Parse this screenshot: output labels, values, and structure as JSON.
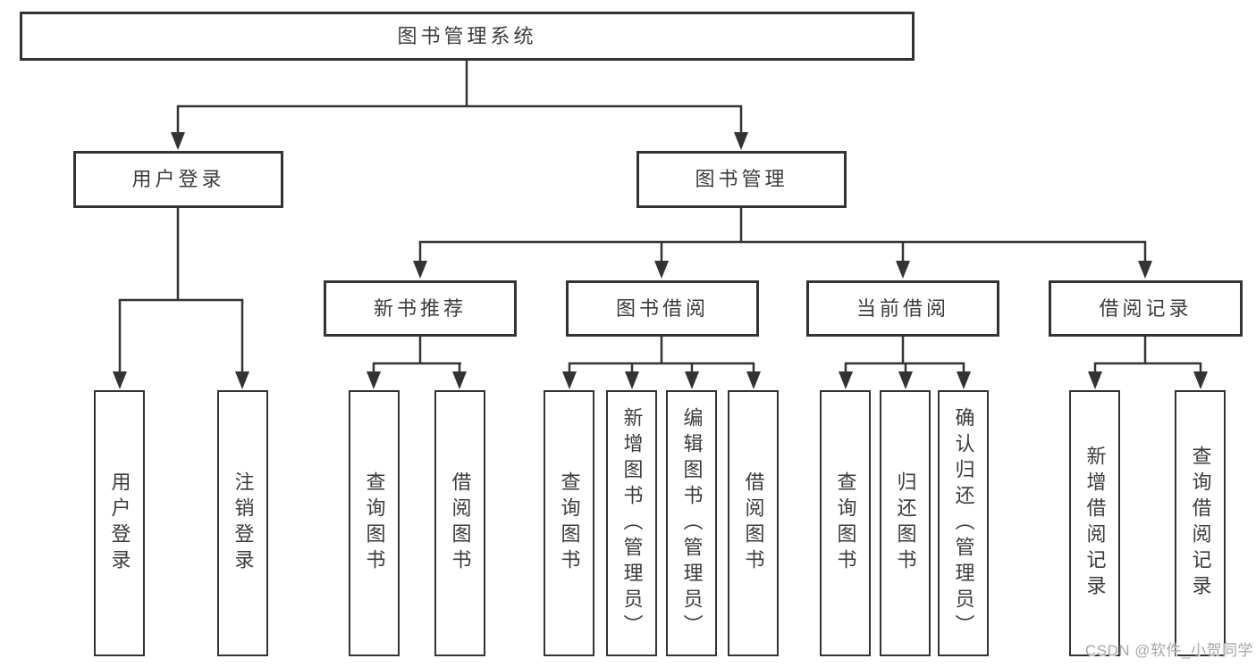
{
  "tree": {
    "root": {
      "label": "图书管理系统",
      "children": [
        {
          "label": "用户登录",
          "children": [
            {
              "label": "用户登录"
            },
            {
              "label": "注销登录"
            }
          ]
        },
        {
          "label": "图书管理",
          "children": [
            {
              "label": "新书推荐",
              "children": [
                {
                  "label": "查询图书"
                },
                {
                  "label": "借阅图书"
                }
              ]
            },
            {
              "label": "图书借阅",
              "children": [
                {
                  "label": "查询图书"
                },
                {
                  "label": "新增图书（管理员）"
                },
                {
                  "label": "编辑图书（管理员）"
                },
                {
                  "label": "借阅图书"
                }
              ]
            },
            {
              "label": "当前借阅",
              "children": [
                {
                  "label": "查询图书"
                },
                {
                  "label": "归还图书"
                },
                {
                  "label": "确认归还（管理员）"
                }
              ]
            },
            {
              "label": "借阅记录",
              "children": [
                {
                  "label": "新增借阅记录"
                },
                {
                  "label": "查询借阅记录"
                }
              ]
            }
          ]
        }
      ]
    }
  },
  "watermark": {
    "text": "CSDN @软件_小贺同学"
  },
  "colors": {
    "line": "#333333",
    "border": "#333333",
    "text": "#3c3c3c",
    "watermark": "#a6a6a6",
    "background": "#ffffff"
  }
}
